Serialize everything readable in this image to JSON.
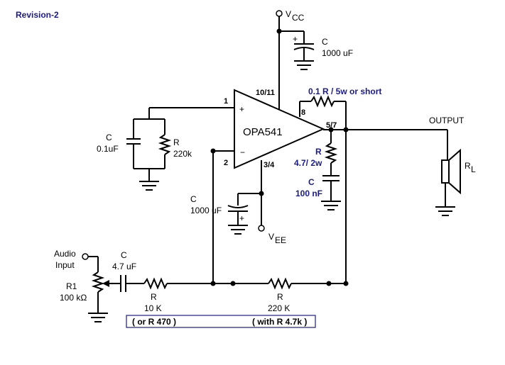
{
  "revision": "Revision-2",
  "vcc": {
    "main": "V",
    "sub": "CC"
  },
  "vee": {
    "main": "V",
    "sub": "EE"
  },
  "opamp": {
    "name": "OPA541",
    "pin_noninv": "1",
    "pin_inv": "2",
    "pin_vcc": "10/11",
    "pin_vee": "3/4",
    "pin_8": "8",
    "pin_out": "5/7",
    "plus": "+",
    "minus": "−"
  },
  "c_vcc": {
    "name": "C",
    "value": "1000 uF"
  },
  "c_vee": {
    "name": "C",
    "value": "1000 uF"
  },
  "c_in_bias": {
    "name": "C",
    "value": "0.1uF"
  },
  "r_in_bias": {
    "name": "R",
    "value": "220k"
  },
  "r_sense": {
    "label": "0.1 R / 5w or short"
  },
  "r_zobel": {
    "name": "R",
    "value": "4.7/ 2w"
  },
  "c_zobel": {
    "name": "C",
    "value": "100 nF"
  },
  "output": {
    "label": "OUTPUT"
  },
  "load": {
    "main": "R",
    "sub": "L"
  },
  "audio_input": {
    "line1": "Audio",
    "line2": "Input"
  },
  "r1": {
    "name": "R1",
    "value": "100 kΩ"
  },
  "c_in": {
    "name": "C",
    "value": "4.7 uF"
  },
  "r_in": {
    "name": "R",
    "value": "10 K",
    "note": "( or R 470 )"
  },
  "r_fb": {
    "name": "R",
    "value": "220 K",
    "note": "( with R 4.7k )"
  },
  "cap_plus": "+"
}
